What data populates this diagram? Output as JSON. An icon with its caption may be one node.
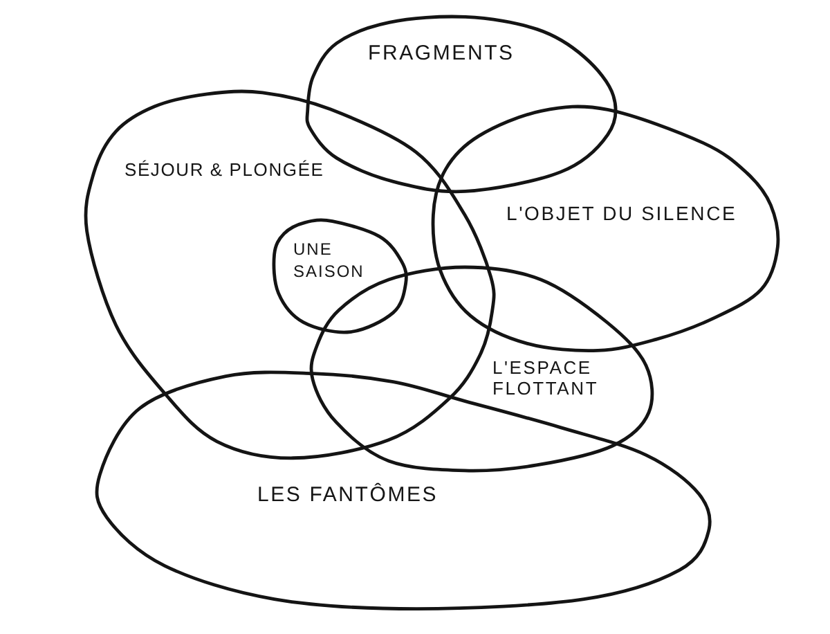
{
  "diagram": {
    "nodes": [
      {
        "text": [
          "FRAGMENTS"
        ]
      },
      {
        "text": [
          "SÉJOUR & PLONGÉE"
        ]
      },
      {
        "text": [
          "L'OBJET DU SILENCE"
        ]
      },
      {
        "text": [
          "UNE SAISON"
        ],
        "in": 1
      },
      {
        "text": [
          "L'ESPACE FLOTTANT"
        ]
      },
      {
        "text": [
          "LES FANTÔMES"
        ]
      }
    ]
  }
}
